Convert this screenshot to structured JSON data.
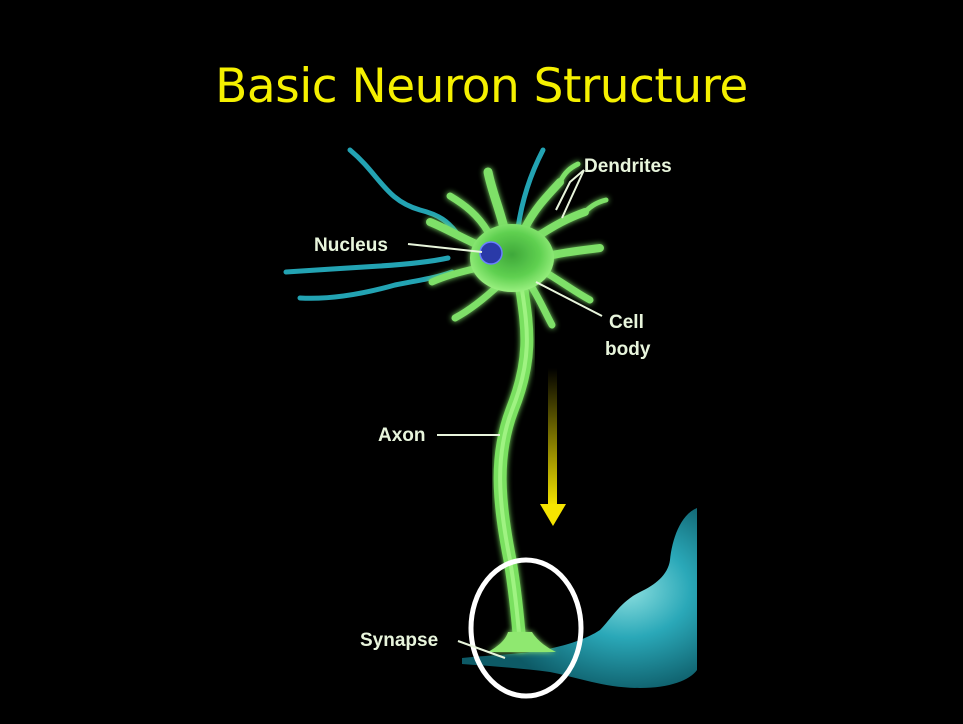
{
  "slide": {
    "title": "Basic Neuron Structure"
  },
  "diagram": {
    "labels": {
      "dendrites": "Dendrites",
      "nucleus": "Nucleus",
      "cell_body_line1": "Cell",
      "cell_body_line2": "body",
      "axon": "Axon",
      "synapse": "Synapse"
    },
    "colors": {
      "title": "#f5f000",
      "neuron_green": "#78e060",
      "neighbor_cyan": "#2aa8b8",
      "nucleus_blue": "#2a3aa8",
      "signal_arrow": "#f5e400",
      "highlight_circle": "#ffffff"
    }
  }
}
